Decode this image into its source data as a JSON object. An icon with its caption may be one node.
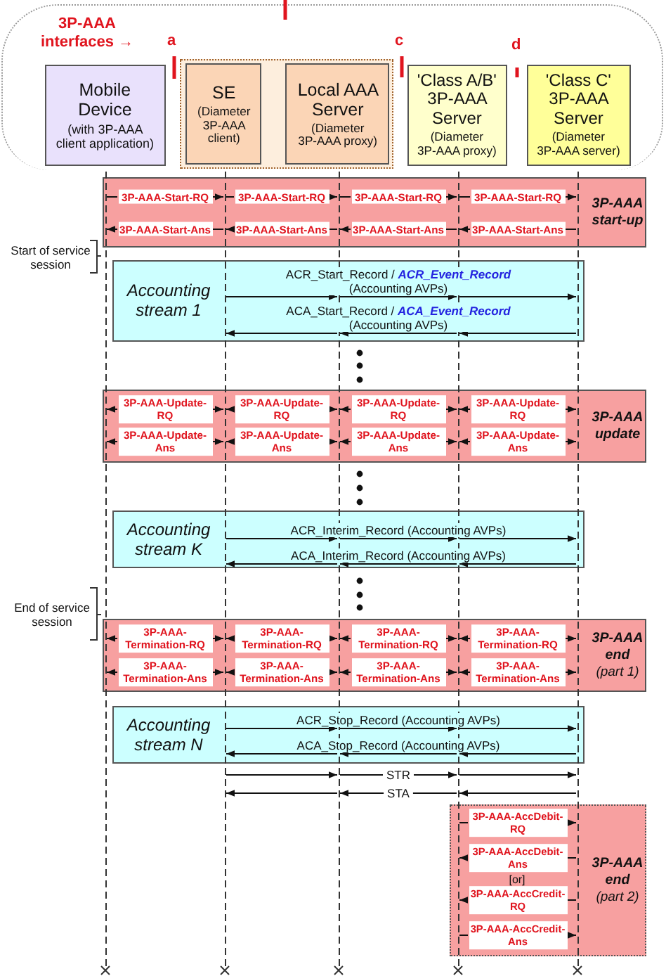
{
  "diagram": {
    "nodes": [
      {
        "text": [
          "3P-AAA interfaces →"
        ]
      },
      {
        "text": [
          "Mobile Device",
          "(with 3P-AAA client application)"
        ],
        "in": 0
      },
      {
        "text": [],
        "shape": "box",
        "in": 0
      },
      {
        "text": [
          "SE",
          "(Diameter 3P-AAA client)"
        ],
        "in": 2
      },
      {
        "text": [
          "Local AAA Server",
          "(Diameter 3P-AAA proxy)"
        ],
        "in": 2
      },
      {
        "text": [
          "'Class A/B' 3P-AAA Server",
          "(Diameter 3P-AAA proxy)"
        ],
        "in": 0
      },
      {
        "text": [
          "'Class C' 3P-AAA Server",
          "(Diameter 3P-AAA server)"
        ],
        "in": 0
      },
      {
        "text": [],
        "shape": "line"
      },
      {
        "text": [],
        "shape": "line"
      },
      {
        "text": [],
        "shape": "line"
      },
      {
        "text": [],
        "shape": "line"
      },
      {
        "text": [],
        "shape": "line"
      },
      {
        "text": [
          "3P-AAA start-up"
        ]
      },
      {
        "text": [
          "Accounting stream 1"
        ]
      },
      {
        "text": [
          "3P-AAA update"
        ]
      },
      {
        "text": [
          "Accounting stream K"
        ]
      },
      {
        "text": [
          "3P-AAA end",
          "(part 1)"
        ]
      },
      {
        "text": [
          "Accounting stream N"
        ]
      },
      {
        "text": [
          "3P-AAA end",
          "(part 2)"
        ]
      }
    ],
    "edges": [
      {
        "from": 7,
        "to": 8,
        "arrow": "to",
        "label": "3P-AAA-Start-RQ"
      },
      {
        "from": 8,
        "to": 9,
        "arrow": "to",
        "label": "3P-AAA-Start-RQ"
      },
      {
        "from": 9,
        "to": 10,
        "arrow": "to",
        "label": "3P-AAA-Start-RQ"
      },
      {
        "from": 10,
        "to": 11,
        "arrow": "to",
        "label": "3P-AAA-Start-RQ"
      },
      {
        "from": 11,
        "to": 10,
        "arrow": "to",
        "label": "3P-AAA-Start-Ans"
      },
      {
        "from": 10,
        "to": 9,
        "arrow": "to",
        "label": "3P-AAA-Start-Ans"
      },
      {
        "from": 9,
        "to": 8,
        "arrow": "to",
        "label": "3P-AAA-Start-Ans"
      },
      {
        "from": 8,
        "to": 7,
        "arrow": "to",
        "label": "3P-AAA-Start-Ans"
      },
      {
        "from": 8,
        "to": 9,
        "arrow": "to"
      },
      {
        "from": 9,
        "to": 10,
        "arrow": "to",
        "label": "ACR_Start_Record / **ACR_Event_Record** (Accounting AVPs)"
      },
      {
        "from": 10,
        "to": 11,
        "arrow": "to"
      },
      {
        "from": 11,
        "to": 10,
        "arrow": "to"
      },
      {
        "from": 10,
        "to": 9,
        "arrow": "to",
        "label": "ACA_Start_Record / **ACA_Event_Record** (Accounting AVPs)"
      },
      {
        "from": 9,
        "to": 8,
        "arrow": "to"
      },
      {
        "from": 7,
        "to": 8,
        "arrow": "both",
        "label": "3P-AAA-Update-RQ"
      },
      {
        "from": 8,
        "to": 9,
        "arrow": "both",
        "label": "3P-AAA-Update-RQ"
      },
      {
        "from": 9,
        "to": 10,
        "arrow": "both",
        "label": "3P-AAA-Update-RQ"
      },
      {
        "from": 10,
        "to": 11,
        "arrow": "both",
        "label": "3P-AAA-Update-RQ"
      },
      {
        "from": 7,
        "to": 8,
        "arrow": "both",
        "label": "3P-AAA-Update-Ans"
      },
      {
        "from": 8,
        "to": 9,
        "arrow": "both",
        "label": "3P-AAA-Update-Ans"
      },
      {
        "from": 9,
        "to": 10,
        "arrow": "both",
        "label": "3P-AAA-Update-Ans"
      },
      {
        "from": 10,
        "to": 11,
        "arrow": "both",
        "label": "3P-AAA-Update-Ans"
      },
      {
        "from": 8,
        "to": 9,
        "arrow": "to"
      },
      {
        "from": 9,
        "to": 10,
        "arrow": "to",
        "label": "ACR_Interim_Record (Accounting AVPs)"
      },
      {
        "from": 10,
        "to": 11,
        "arrow": "to"
      },
      {
        "from": 11,
        "to": 10,
        "arrow": "to"
      },
      {
        "from": 10,
        "to": 9,
        "arrow": "to",
        "label": "ACA_Interim_Record (Accounting AVPs)"
      },
      {
        "from": 9,
        "to": 8,
        "arrow": "to"
      },
      {
        "from": 7,
        "to": 8,
        "arrow": "both",
        "label": "3P-AAA-Termination-RQ"
      },
      {
        "from": 8,
        "to": 9,
        "arrow": "both",
        "label": "3P-AAA-Termination-RQ"
      },
      {
        "from": 9,
        "to": 10,
        "arrow": "both",
        "label": "3P-AAA-Termination-RQ"
      },
      {
        "from": 10,
        "to": 11,
        "arrow": "both",
        "label": "3P-AAA-Termination-RQ"
      },
      {
        "from": 7,
        "to": 8,
        "arrow": "both",
        "label": "3P-AAA-Termination-Ans"
      },
      {
        "from": 8,
        "to": 9,
        "arrow": "both",
        "label": "3P-AAA-Termination-Ans"
      },
      {
        "from": 9,
        "to": 10,
        "arrow": "both",
        "label": "3P-AAA-Termination-Ans"
      },
      {
        "from": 10,
        "to": 11,
        "arrow": "both",
        "label": "3P-AAA-Termination-Ans"
      },
      {
        "from": 8,
        "to": 9,
        "arrow": "to"
      },
      {
        "from": 9,
        "to": 10,
        "arrow": "to",
        "label": "ACR_Stop_Record (Accounting AVPs)"
      },
      {
        "from": 10,
        "to": 11,
        "arrow": "to"
      },
      {
        "from": 11,
        "to": 10,
        "arrow": "to"
      },
      {
        "from": 10,
        "to": 9,
        "arrow": "to",
        "label": "ACA_Stop_Record (Accounting AVPs)"
      },
      {
        "from": 9,
        "to": 8,
        "arrow": "to"
      },
      {
        "from": 8,
        "to": 9,
        "arrow": "to"
      },
      {
        "from": 9,
        "to": 10,
        "arrow": "to",
        "label": "STR"
      },
      {
        "from": 10,
        "to": 11,
        "arrow": "to"
      },
      {
        "from": 11,
        "to": 10,
        "arrow": "to"
      },
      {
        "from": 10,
        "to": 9,
        "arrow": "to",
        "label": "STA"
      },
      {
        "from": 9,
        "to": 8,
        "arrow": "to"
      },
      {
        "from": 10,
        "to": 11,
        "arrow": "to",
        "label": "3P-AAA-AccDebit-RQ"
      },
      {
        "from": 11,
        "to": 10,
        "arrow": "to",
        "label": "3P-AAA-AccDebit-Ans"
      },
      {
        "from": 11,
        "to": 10,
        "arrow": "to",
        "label": "3P-AAA-AccCredit-RQ"
      },
      {
        "from": 10,
        "to": 11,
        "arrow": "to",
        "label": "3P-AAA-AccCredit-Ans"
      }
    ],
    "labels": [
      "a",
      "c",
      "d",
      "Start of service session",
      "End of service session",
      "[or]"
    ]
  }
}
